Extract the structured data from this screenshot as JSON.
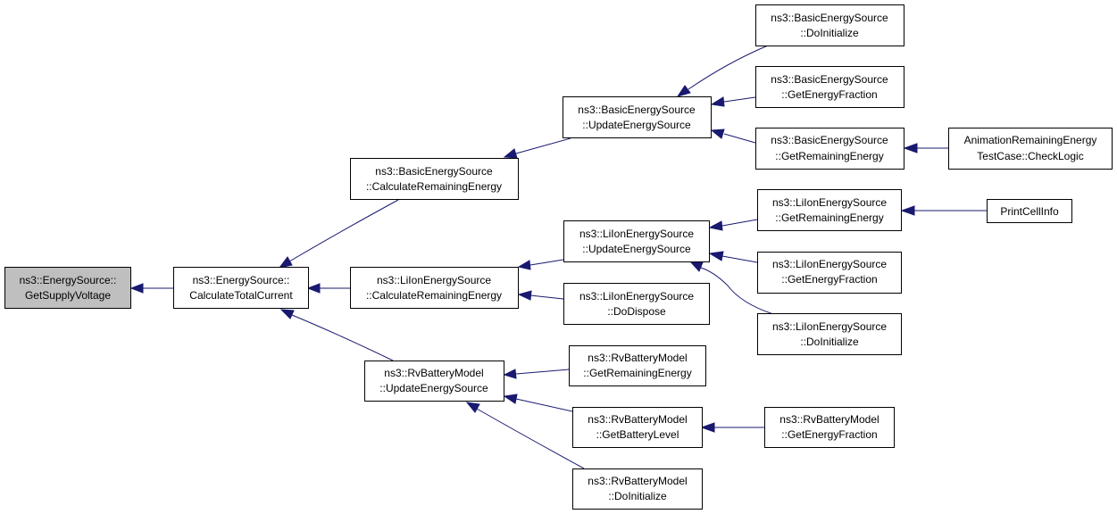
{
  "colors": {
    "node_fill": "#ffffff",
    "root_fill": "#bfbfbf",
    "node_border": "#000000",
    "edge": "#191970",
    "text": "#000000"
  },
  "nodes": {
    "get_supply_voltage": {
      "line1": "ns3::EnergySource::",
      "line2": "GetSupplyVoltage"
    },
    "calculate_total_current": {
      "line1": "ns3::EnergySource::",
      "line2": "CalculateTotalCurrent"
    },
    "basic_calculate_remaining_energy": {
      "line1": "ns3::BasicEnergySource",
      "line2": "::CalculateRemainingEnergy"
    },
    "liion_calculate_remaining_energy": {
      "line1": "ns3::LiIonEnergySource",
      "line2": "::CalculateRemainingEnergy"
    },
    "rv_update_energy_source": {
      "line1": "ns3::RvBatteryModel",
      "line2": "::UpdateEnergySource"
    },
    "basic_update_energy_source": {
      "line1": "ns3::BasicEnergySource",
      "line2": "::UpdateEnergySource"
    },
    "liion_update_energy_source": {
      "line1": "ns3::LiIonEnergySource",
      "line2": "::UpdateEnergySource"
    },
    "liion_do_dispose": {
      "line1": "ns3::LiIonEnergySource",
      "line2": "::DoDispose"
    },
    "rv_get_remaining_energy": {
      "line1": "ns3::RvBatteryModel",
      "line2": "::GetRemainingEnergy"
    },
    "rv_get_battery_level": {
      "line1": "ns3::RvBatteryModel",
      "line2": "::GetBatteryLevel"
    },
    "rv_do_initialize": {
      "line1": "ns3::RvBatteryModel",
      "line2": "::DoInitialize"
    },
    "basic_do_initialize": {
      "line1": "ns3::BasicEnergySource",
      "line2": "::DoInitialize"
    },
    "basic_get_energy_fraction": {
      "line1": "ns3::BasicEnergySource",
      "line2": "::GetEnergyFraction"
    },
    "basic_get_remaining_energy": {
      "line1": "ns3::BasicEnergySource",
      "line2": "::GetRemainingEnergy"
    },
    "liion_get_remaining_energy": {
      "line1": "ns3::LiIonEnergySource",
      "line2": "::GetRemainingEnergy"
    },
    "liion_get_energy_fraction": {
      "line1": "ns3::LiIonEnergySource",
      "line2": "::GetEnergyFraction"
    },
    "liion_do_initialize": {
      "line1": "ns3::LiIonEnergySource",
      "line2": "::DoInitialize"
    },
    "rv_get_energy_fraction": {
      "line1": "ns3::RvBatteryModel",
      "line2": "::GetEnergyFraction"
    },
    "animation_check_logic": {
      "line1": "AnimationRemainingEnergy",
      "line2": "TestCase::CheckLogic"
    },
    "print_cell_info": {
      "line1": "PrintCellInfo"
    }
  },
  "edges": [
    {
      "from": "calculate_total_current",
      "to": "get_supply_voltage"
    },
    {
      "from": "basic_calculate_remaining_energy",
      "to": "calculate_total_current"
    },
    {
      "from": "liion_calculate_remaining_energy",
      "to": "calculate_total_current"
    },
    {
      "from": "rv_update_energy_source",
      "to": "calculate_total_current"
    },
    {
      "from": "basic_update_energy_source",
      "to": "basic_calculate_remaining_energy"
    },
    {
      "from": "liion_update_energy_source",
      "to": "liion_calculate_remaining_energy"
    },
    {
      "from": "liion_do_dispose",
      "to": "liion_calculate_remaining_energy"
    },
    {
      "from": "rv_get_remaining_energy",
      "to": "rv_update_energy_source"
    },
    {
      "from": "rv_get_battery_level",
      "to": "rv_update_energy_source"
    },
    {
      "from": "rv_do_initialize",
      "to": "rv_update_energy_source"
    },
    {
      "from": "basic_do_initialize",
      "to": "basic_update_energy_source"
    },
    {
      "from": "basic_get_energy_fraction",
      "to": "basic_update_energy_source"
    },
    {
      "from": "basic_get_remaining_energy",
      "to": "basic_update_energy_source"
    },
    {
      "from": "liion_get_remaining_energy",
      "to": "liion_update_energy_source"
    },
    {
      "from": "liion_get_energy_fraction",
      "to": "liion_update_energy_source"
    },
    {
      "from": "liion_do_initialize",
      "to": "liion_update_energy_source"
    },
    {
      "from": "rv_get_energy_fraction",
      "to": "rv_get_battery_level"
    },
    {
      "from": "animation_check_logic",
      "to": "basic_get_remaining_energy"
    },
    {
      "from": "print_cell_info",
      "to": "liion_get_remaining_energy"
    }
  ]
}
